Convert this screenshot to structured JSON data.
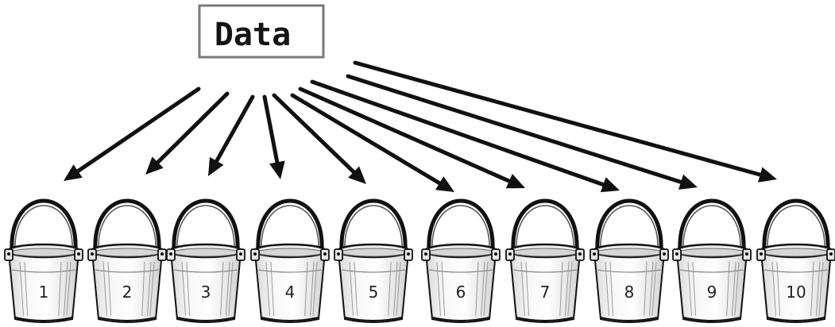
{
  "source_label": "Data",
  "buckets": [
    {
      "label": "1"
    },
    {
      "label": "2"
    },
    {
      "label": "3"
    },
    {
      "label": "4"
    },
    {
      "label": "5"
    },
    {
      "label": "6"
    },
    {
      "label": "7"
    },
    {
      "label": "8"
    },
    {
      "label": "9"
    },
    {
      "label": "10"
    }
  ],
  "colors": {
    "ink": "#111111",
    "box_border": "#777777",
    "bucket_fill": "#f4f4f4",
    "bucket_shade": "#dcdcdc"
  }
}
